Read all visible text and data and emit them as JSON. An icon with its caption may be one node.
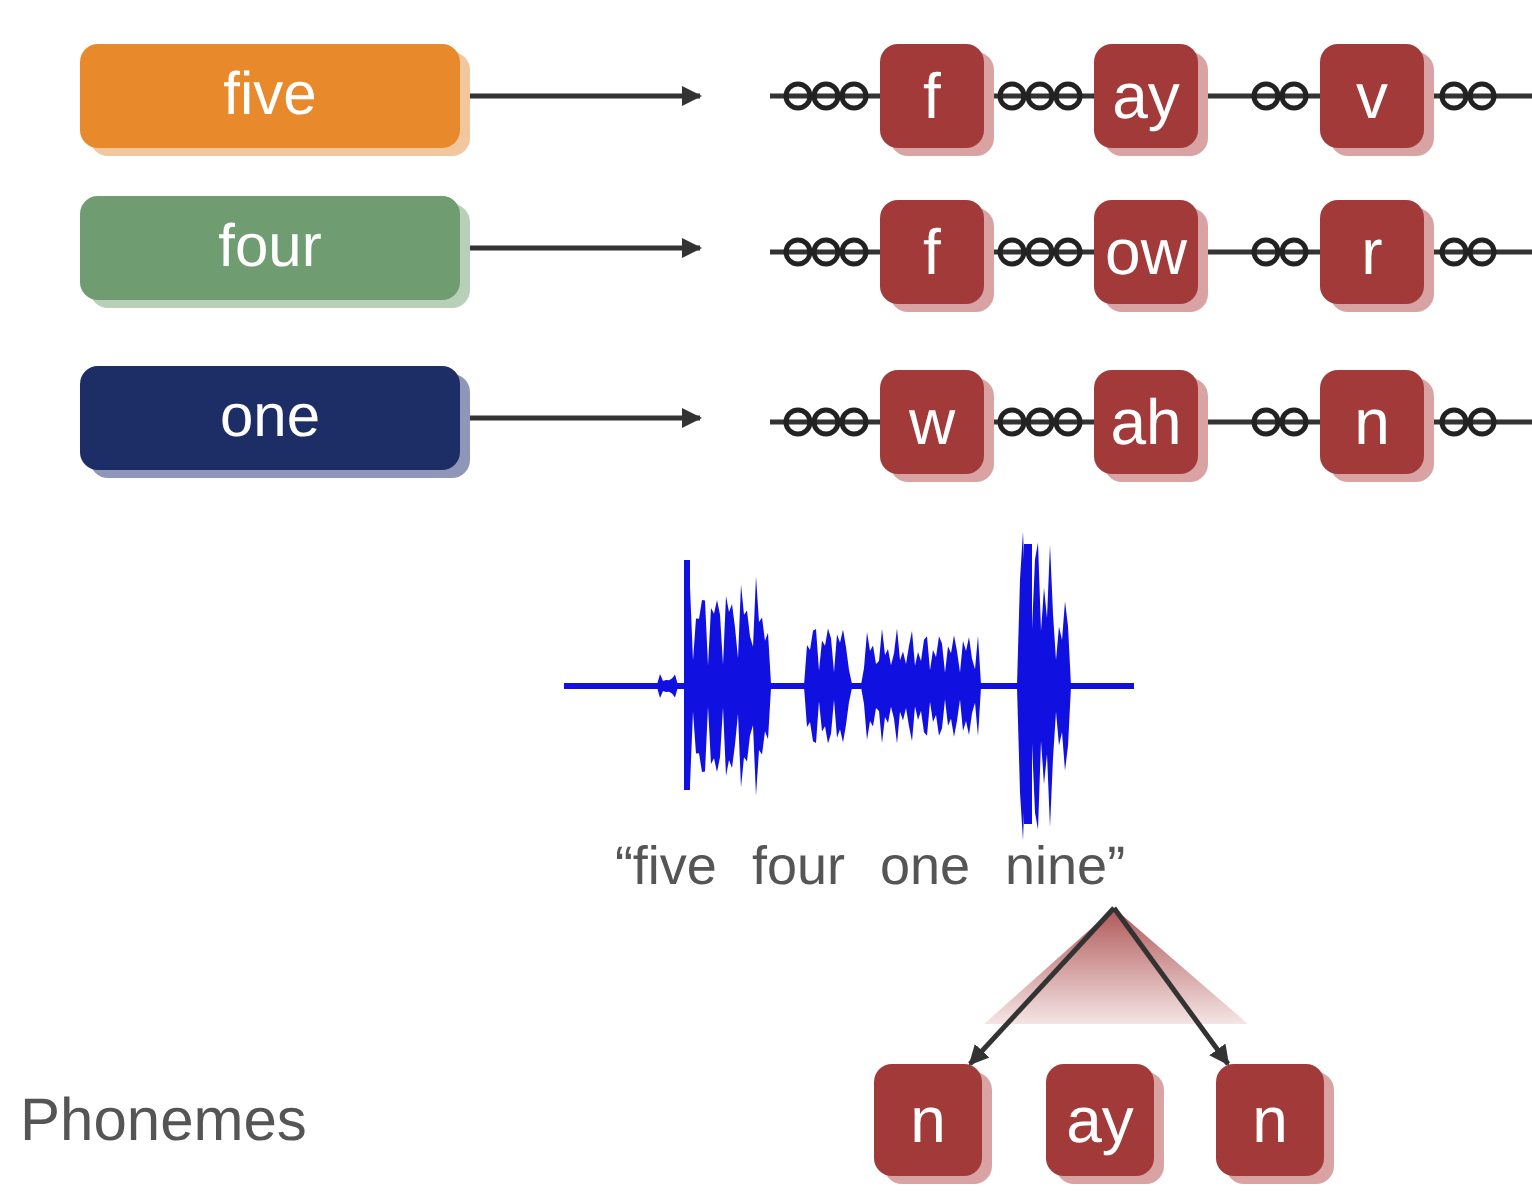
{
  "diagram": {
    "nodes": [
      {
        "text": [
          "five"
        ]
      },
      {
        "text": [
          "four"
        ]
      },
      {
        "text": [
          "one"
        ]
      },
      {
        "text": [
          "f"
        ]
      },
      {
        "text": [
          "ay"
        ]
      },
      {
        "text": [
          "v"
        ]
      },
      {
        "text": [
          "f"
        ]
      },
      {
        "text": [
          "ow"
        ]
      },
      {
        "text": [
          "r"
        ]
      },
      {
        "text": [
          "w"
        ]
      },
      {
        "text": [
          "ah"
        ]
      },
      {
        "text": [
          "n"
        ]
      },
      {
        "text": [
          "“five four one nine”"
        ]
      },
      {
        "text": [
          "n"
        ]
      },
      {
        "text": [
          "ay"
        ]
      },
      {
        "text": [
          "n"
        ]
      }
    ],
    "edges": [
      {
        "from": 0,
        "to": null,
        "arrow": "to"
      },
      {
        "from": 1,
        "to": null,
        "arrow": "to"
      },
      {
        "from": 2,
        "to": null,
        "arrow": "to"
      },
      {
        "from": null,
        "to": 3,
        "arrow": "none"
      },
      {
        "from": 3,
        "to": 4,
        "arrow": "none"
      },
      {
        "from": 4,
        "to": 5,
        "arrow": "none"
      },
      {
        "from": 5,
        "to": null,
        "arrow": "none"
      },
      {
        "from": null,
        "to": 6,
        "arrow": "none"
      },
      {
        "from": 6,
        "to": 7,
        "arrow": "none"
      },
      {
        "from": 7,
        "to": 8,
        "arrow": "none"
      },
      {
        "from": 8,
        "to": null,
        "arrow": "none"
      },
      {
        "from": null,
        "to": 9,
        "arrow": "none"
      },
      {
        "from": 9,
        "to": 10,
        "arrow": "none"
      },
      {
        "from": 10,
        "to": 11,
        "arrow": "none"
      },
      {
        "from": 11,
        "to": null,
        "arrow": "none"
      },
      {
        "from": 12,
        "to": 13,
        "arrow": "to"
      },
      {
        "from": 12,
        "to": 15,
        "arrow": "to"
      }
    ],
    "labels": [
      "Phonemes"
    ]
  }
}
